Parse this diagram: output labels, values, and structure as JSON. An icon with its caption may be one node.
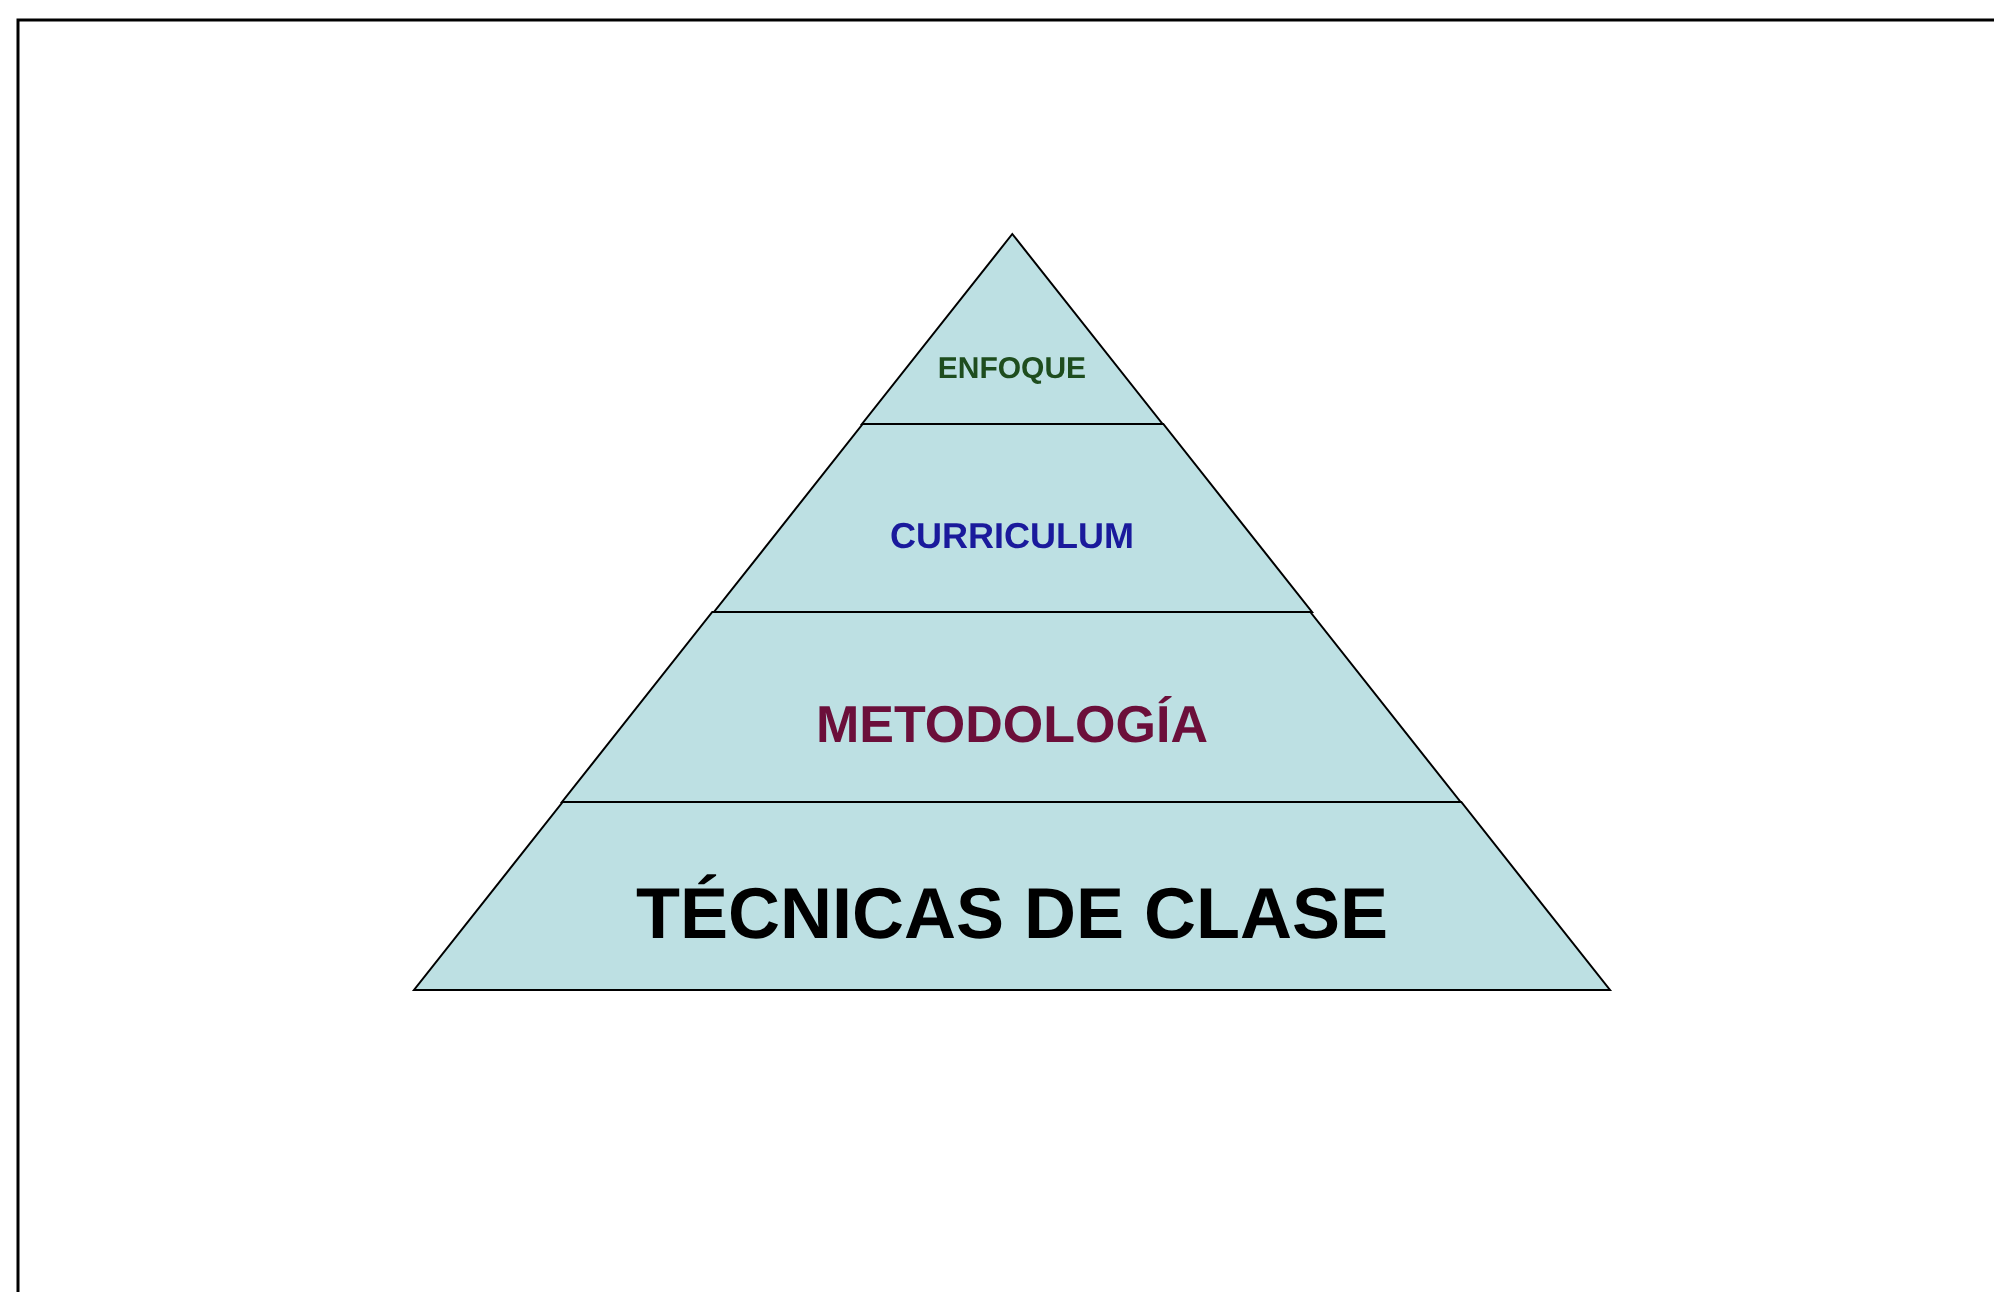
{
  "diagram": {
    "nodes": [
      {
        "text": [
          "ENFOQUE"
        ]
      },
      {
        "text": [
          "CURRICULUM"
        ]
      },
      {
        "text": [
          "METODOLOGÍA"
        ]
      },
      {
        "text": [
          "TÉCNICAS DE CLASE"
        ]
      }
    ]
  }
}
